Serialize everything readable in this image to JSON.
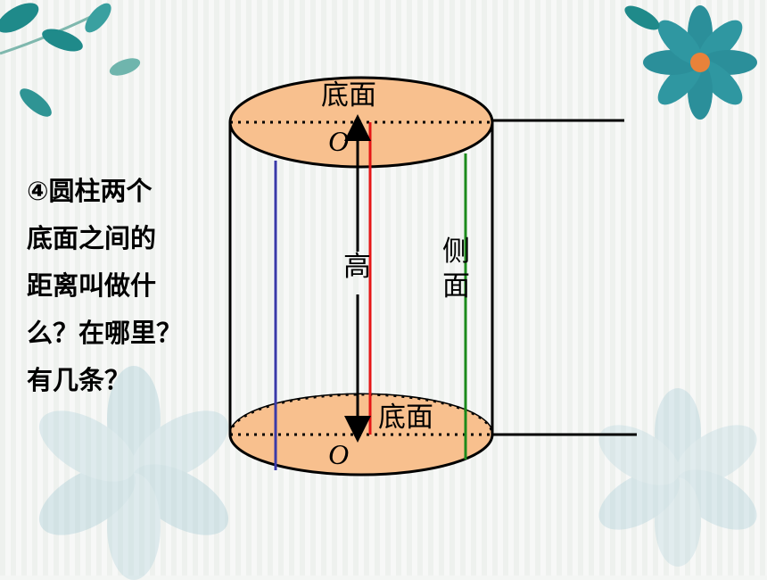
{
  "question": {
    "lines": [
      "④圆柱两个",
      "底面之间的",
      "距离叫做什",
      "么？在哪里？",
      "有几条？"
    ]
  },
  "labels": {
    "top_base": "底面",
    "bottom_base": "底面",
    "center_top": "O",
    "center_bottom": "O",
    "height": "高",
    "side_line1": "侧",
    "side_line2": "面"
  },
  "colors": {
    "base_fill": "#f8c08e",
    "red_line": "#e51616",
    "green_line": "#1b8a1b",
    "blue_line": "#3a3aa8"
  }
}
